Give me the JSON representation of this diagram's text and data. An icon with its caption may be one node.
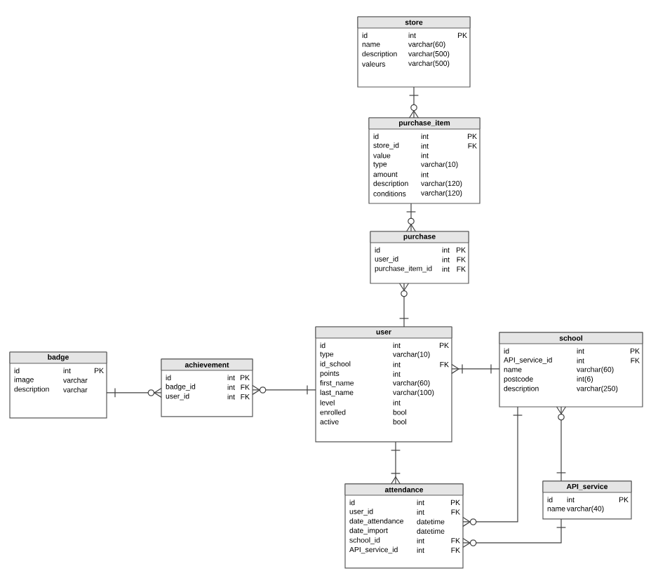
{
  "diagram": {
    "nodes": [
      {
        "text": [
          "store",
          "id",
          "int",
          "PK",
          "name",
          "varchar(60)",
          "description",
          "varchar(500)",
          "valeurs",
          "varchar(500)"
        ]
      },
      {
        "text": [
          "purchase_item",
          "id",
          "int",
          "PK",
          "store_id",
          "int",
          "FK",
          "value",
          "int",
          "type",
          "varchar(10)",
          "amount",
          "int",
          "description",
          "varchar(120)",
          "conditions",
          "varchar(120)"
        ]
      },
      {
        "text": [
          "purchase",
          "id",
          "int",
          "PK",
          "user_id",
          "int",
          "FK",
          "purchase_item_id",
          "int",
          "FK"
        ]
      },
      {
        "text": [
          "badge",
          "id",
          "int",
          "PK",
          "image",
          "varchar",
          "description",
          "varchar"
        ]
      },
      {
        "text": [
          "achievement",
          "id",
          "int",
          "PK",
          "badge_id",
          "int",
          "FK",
          "user_id",
          "int",
          "FK"
        ]
      },
      {
        "text": [
          "user",
          "id",
          "int",
          "PK",
          "type",
          "varchar(10)",
          "id_school",
          "int",
          "FK",
          "points",
          "int",
          "first_name",
          "varchar(60)",
          "last_name",
          "varchar(100)",
          "level",
          "int",
          "enrolled",
          "bool",
          "active",
          "bool"
        ]
      },
      {
        "text": [
          "school",
          "id",
          "int",
          "PK",
          "API_service_id",
          "int",
          "FK",
          "name",
          "varchar(60)",
          "postcode",
          "int(6)",
          "description",
          "varchar(250)"
        ]
      },
      {
        "text": [
          "attendance",
          "id",
          "int",
          "PK",
          "user_id",
          "int",
          "FK",
          "date_attendance",
          "datetime",
          "date_import",
          "datetime",
          "school_id",
          "int",
          "FK",
          "API_service_id",
          "int",
          "FK"
        ]
      },
      {
        "text": [
          "API_service",
          "id",
          "int",
          "PK",
          "name",
          "varchar(40)"
        ]
      }
    ],
    "edges": [
      {
        "from": 0,
        "to": 1,
        "arrow": "other"
      },
      {
        "from": 1,
        "to": 2,
        "arrow": "other"
      },
      {
        "from": 5,
        "to": 2,
        "arrow": "other"
      },
      {
        "from": 3,
        "to": 4,
        "arrow": "other"
      },
      {
        "from": 5,
        "to": 4,
        "arrow": "other"
      },
      {
        "from": 6,
        "to": 5,
        "arrow": "other"
      },
      {
        "from": 5,
        "to": 7,
        "arrow": "other"
      },
      {
        "from": 6,
        "to": 7,
        "arrow": "other"
      },
      {
        "from": 8,
        "to": 6,
        "arrow": "other"
      },
      {
        "from": 8,
        "to": 7,
        "arrow": "other"
      }
    ]
  }
}
